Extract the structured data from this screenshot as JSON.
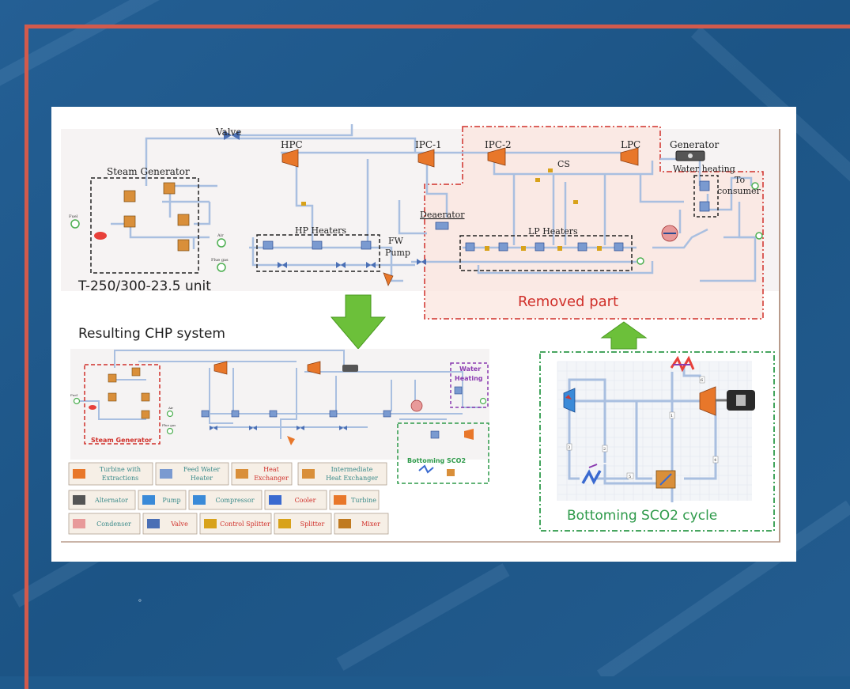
{
  "top_diagram": {
    "valve": "Valve",
    "hpc": "HPC",
    "ipc1": "IPC-1",
    "ipc2": "IPC-2",
    "lpc": "LPC",
    "generator": "Generator",
    "cs": "CS",
    "water_heating": "Water heating",
    "to_consumer_1": "To",
    "to_consumer_2": "consumer",
    "steam_generator": "Steam Generator",
    "hp_heaters": "HP Heaters",
    "lp_heaters": "LP Heaters",
    "deaerator": "Deaerator",
    "fw_pump_1": "FW",
    "fw_pump_2": "Pump",
    "fuel": "Fuel",
    "air": "Air",
    "flue_gas": "Flue gas",
    "unit_label": "T-250/300-23.5 unit",
    "removed_part": "Removed part"
  },
  "bottom_diagram": {
    "title": "Resulting CHP system",
    "steam_generator": "Steam Generator",
    "water_heating_1": "Water",
    "water_heating_2": "Heating",
    "bottoming_sco2": "Bottoming SCO2",
    "fuel": "Fuel",
    "air": "Air",
    "flue_gas": "Flue gas"
  },
  "legend": [
    {
      "label1": "Turbine with",
      "label2": "Extractions",
      "color": "#3a8a8a"
    },
    {
      "label1": "Feed Water",
      "label2": "Heater",
      "color": "#3a8a8a"
    },
    {
      "label1": "Heat",
      "label2": "Exchanger",
      "color": "#d0302a"
    },
    {
      "label1": "Intermediate",
      "label2": "Heat Exchanger",
      "color": "#3a8a8a"
    },
    {
      "label1": "Alternator",
      "label2": "",
      "color": "#3a8a8a"
    },
    {
      "label1": "Pump",
      "label2": "",
      "color": "#3a8a8a"
    },
    {
      "label1": "Compressor",
      "label2": "",
      "color": "#3a8a8a"
    },
    {
      "label1": "Cooler",
      "label2": "",
      "color": "#d0302a"
    },
    {
      "label1": "Turbine",
      "label2": "",
      "color": "#3a8a8a"
    },
    {
      "label1": "Condenser",
      "label2": "",
      "color": "#3a8a8a"
    },
    {
      "label1": "Valve",
      "label2": "",
      "color": "#d0302a"
    },
    {
      "label1": "Control Splitter",
      "label2": "",
      "color": "#d0302a"
    },
    {
      "label1": "Splitter",
      "label2": "",
      "color": "#d0302a"
    },
    {
      "label1": "Mixer",
      "label2": "",
      "color": "#d0302a"
    }
  ],
  "sco2_cycle": {
    "caption": "Bottoming SCO2 cycle",
    "stream_1": "1",
    "stream_2": "2",
    "stream_3": "3",
    "stream_4": "4",
    "stream_5": "5",
    "stream_6": "6"
  },
  "colors": {
    "background": "#1f5a8c",
    "frame": "#d25a4c",
    "removed_part": "#d0302a",
    "bottoming": "#2e9a4a",
    "water_heating_box": "#8a3ab0",
    "arrow": "#6cc03a",
    "pipe": "#a9bfe0"
  }
}
